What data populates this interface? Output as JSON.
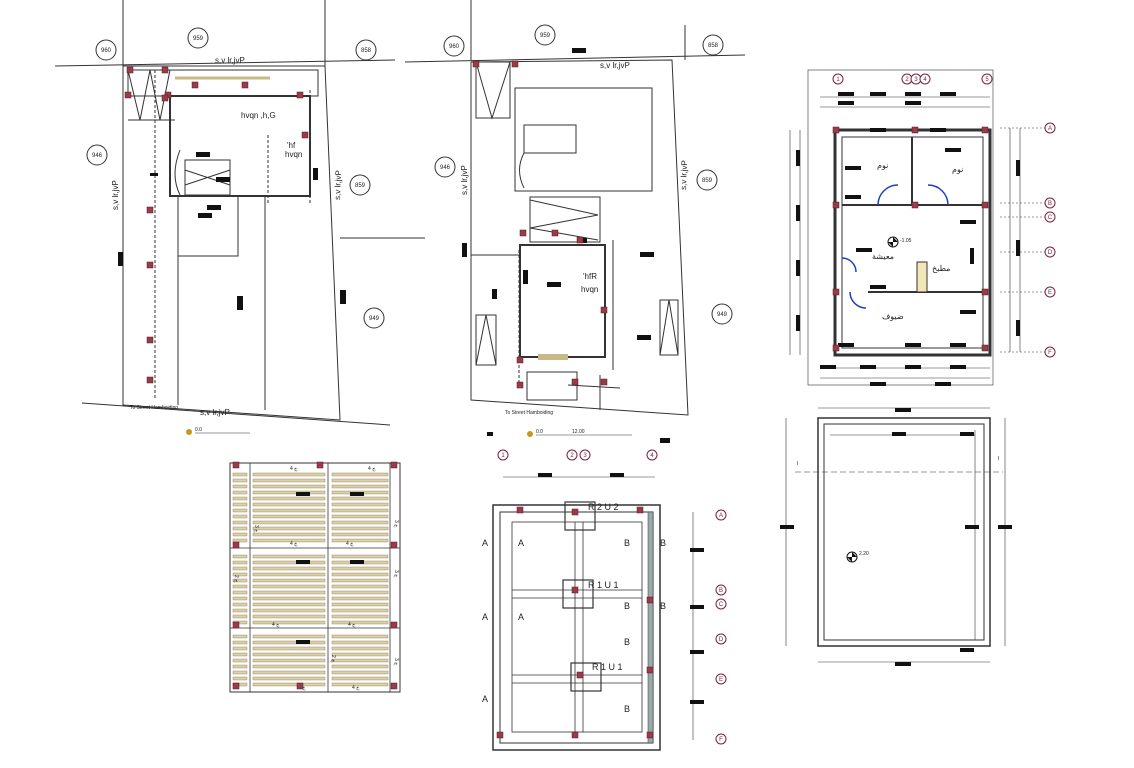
{
  "colors": {
    "line": "#333333",
    "dim_block": "#111111",
    "column_hatch": "#9a3b4b",
    "axis_marker": "#7a2040",
    "door_arc": "#1f3fbf",
    "stair_tread": "#c8b98a",
    "level_marker": "#c49a1a"
  },
  "site_plan_1": {
    "plot_numbers": [
      "960",
      "959",
      "858",
      "946",
      "859",
      "949"
    ],
    "street_top": "s,v lr,jvP",
    "street_right": "s,v lr,jvP",
    "street_left": "s,v lr,jvP",
    "street_bottom": "s,v lr,jvP",
    "room_label_1": "hvqn ,h,G",
    "room_label_2": "'hf",
    "room_label_3": "hvqn",
    "street_note": "To Street Hamboiding",
    "level": "0.0"
  },
  "site_plan_2": {
    "plot_numbers": [
      "960",
      "959",
      "858",
      "946",
      "859",
      "949"
    ],
    "street_top": "s,v lr,jvP",
    "street_left": "s,v lr,jvP",
    "street_right": "s,v lr,jvP",
    "room_label_1": "'hfR",
    "room_label_2": "hvqn",
    "street_note": "To Street Hamboiding",
    "level": "0.0",
    "dimension": "12.00"
  },
  "floor_plan": {
    "grid_top": [
      "1",
      "2",
      "3",
      "4",
      "5"
    ],
    "grid_right": [
      "A",
      "B",
      "C",
      "D",
      "E",
      "F"
    ],
    "room_bedroom_left": "نوم",
    "room_bedroom_right": "نوم",
    "room_living": "معيشة",
    "room_kitchen": "مطبخ",
    "room_guests": "ضيوف",
    "level": "-1.05"
  },
  "roof_plan": {
    "level": "2.20",
    "section_marks": [
      "I",
      "I"
    ]
  },
  "slab_plan": {
    "labels_top": [
      "4 ج",
      "4 ج"
    ],
    "labels_mid": [
      "4 ج",
      "4 ج"
    ],
    "labels_low": [
      "4 ج",
      "4 ج"
    ],
    "labels_bottom": [
      "4 ج",
      "4 ج"
    ],
    "side_labels": [
      "3 ج",
      "2 ج",
      "3 ج",
      "3 ج",
      "2 ج",
      "3 ج"
    ]
  },
  "foundation_plan": {
    "grid_top": [
      "1",
      "2",
      "3",
      "4"
    ],
    "grid_right": [
      "A",
      "B",
      "C",
      "D",
      "E",
      "F"
    ],
    "footing_1": "R 2 U 2",
    "footing_2": "R 1 U 1",
    "footing_3": "R 1 U 1",
    "section_a": "A",
    "section_b": "B"
  }
}
